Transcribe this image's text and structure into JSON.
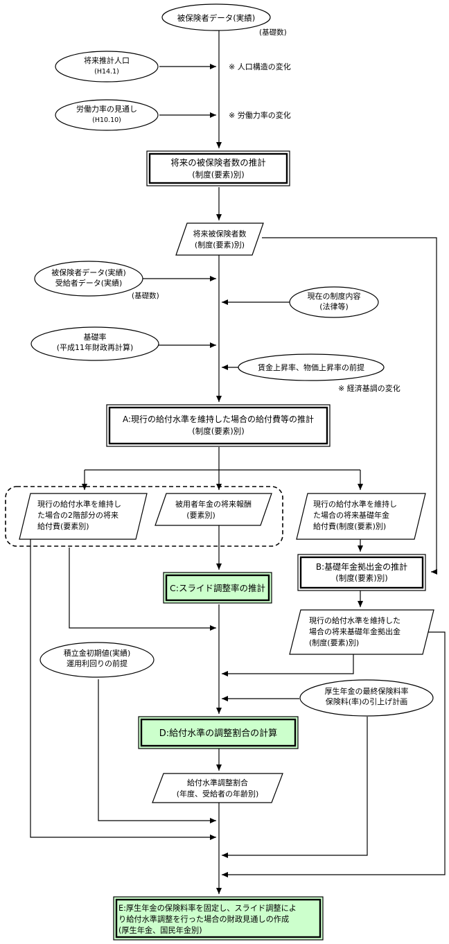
{
  "ovals": {
    "insured_data": [
      "被保険者データ(実績)"
    ],
    "future_pop": [
      "将来推計人口",
      "(H14.1)"
    ],
    "labor": [
      "労働力率の見通し",
      "(H10.10)"
    ],
    "insured_recipient": [
      "被保険者データ(実績)",
      "受給者データ(実績)"
    ],
    "current_system": [
      "現在の制度内容",
      "(法律等)"
    ],
    "base_rate": [
      "基礎率",
      "(平成11年財政再計算)"
    ],
    "wage_price": [
      "賃金上昇率、物価上昇率の前提"
    ],
    "reserve": [
      "積立金初期値(実績)",
      "運用利回りの前提"
    ],
    "final_premium": [
      "厚生年金の最終保険料率",
      "保険料(率)の引上げ計画"
    ]
  },
  "notes": {
    "basic_count_1": "(基礎数)",
    "pop_change": "※ 人口構造の変化",
    "labor_change": "※ 労働力率の変化",
    "basic_count_2": "(基礎数)",
    "economy_change": "※ 経済基調の変化"
  },
  "boxes": {
    "estimate_insured": [
      "将来の被保険者数の推計",
      "(制度(要素)別)"
    ],
    "box_a": [
      "A:現行の給付水準を維持した場合の給付費等の推計",
      "(制度(要素)別)"
    ],
    "box_b": [
      "B:基礎年金拠出金の推計",
      "(制度(要素)別)"
    ],
    "box_c": [
      "C:スライド調整率の推計"
    ],
    "box_d": [
      "D:給付水準の調整割合の計算"
    ],
    "box_e": [
      "E:厚生年金の保険料率を固定し、スライド調整によ",
      "り給付水準調整を行った場合の財政見通しの作成",
      "(厚生年金、国民年金別)"
    ]
  },
  "paras": {
    "future_insured": [
      "将来被保険者数",
      "(制度(要素)別)"
    ],
    "tier2": [
      "現行の給付水準を維持し",
      "た場合の2階部分の将来",
      "給付費(要素別)"
    ],
    "remuneration": [
      "被用者年金の将来報酬",
      "(要素別)"
    ],
    "basic_benefit": [
      "現行の給付水準を維持し",
      "た場合の将来基礎年金",
      "給付費(制度(要素)別)"
    ],
    "basic_contrib": [
      "現行の給付水準を維持した",
      "場合の将来基礎年金拠出金",
      "(制度(要素)別)"
    ],
    "adjust_ratio": [
      "給付水準調整割合",
      "(年度、受給者の年齢別)"
    ]
  },
  "colors": {
    "line": "#000000",
    "box_fill": "#ffffff",
    "highlight_fill": "#ccffcc"
  }
}
